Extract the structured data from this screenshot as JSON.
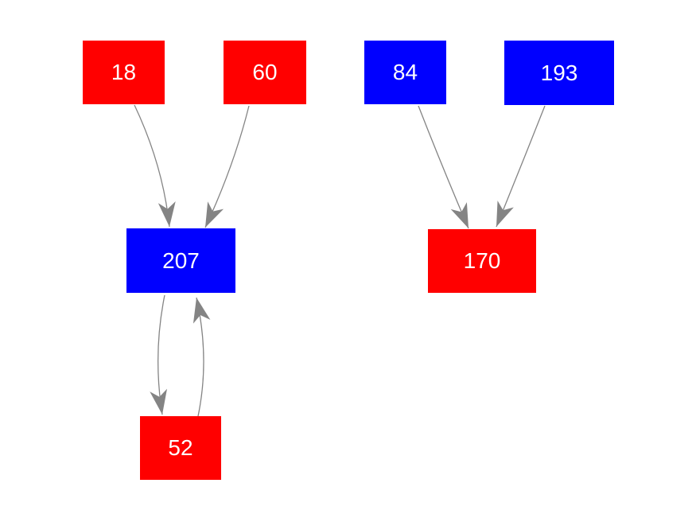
{
  "canvas": {
    "background_color": "#ffffff",
    "edge_color": "#848484",
    "node_text_color": "#ffffff",
    "arrowhead_style": "dart"
  },
  "graph": {
    "nodes": [
      {
        "id": "18",
        "label": "18",
        "color": "#ff0000"
      },
      {
        "id": "60",
        "label": "60",
        "color": "#ff0000"
      },
      {
        "id": "84",
        "label": "84",
        "color": "#0000ff"
      },
      {
        "id": "193",
        "label": "193",
        "color": "#0000ff"
      },
      {
        "id": "207",
        "label": "207",
        "color": "#0000ff"
      },
      {
        "id": "170",
        "label": "170",
        "color": "#ff0000"
      },
      {
        "id": "52",
        "label": "52",
        "color": "#ff0000"
      }
    ],
    "edges": [
      {
        "from": "18",
        "to": "207"
      },
      {
        "from": "60",
        "to": "207"
      },
      {
        "from": "84",
        "to": "170"
      },
      {
        "from": "193",
        "to": "170"
      },
      {
        "from": "207",
        "to": "52"
      },
      {
        "from": "52",
        "to": "207"
      }
    ]
  }
}
